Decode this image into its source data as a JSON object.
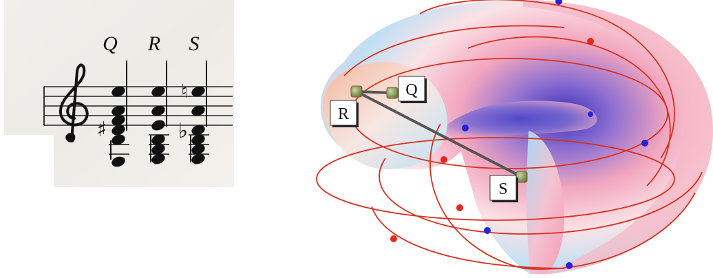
{
  "score": {
    "chord_labels": [
      "Q",
      "R",
      "S"
    ],
    "clef": "treble-clef-icon",
    "accidentals": [
      {
        "chord": "Q",
        "symbol": "♯",
        "name": "sharp-icon"
      },
      {
        "chord": "S",
        "symbol": "♮",
        "name": "natural-icon"
      },
      {
        "chord": "S",
        "symbol": "♭",
        "name": "flat-icon"
      }
    ]
  },
  "torus": {
    "points": [
      {
        "label": "Q"
      },
      {
        "label": "R"
      },
      {
        "label": "S"
      }
    ],
    "colors": {
      "curve": "#d7301f",
      "red_dot": "#e8281a",
      "blue_dot": "#2424d8",
      "segment": "#555555",
      "torus_pink": "#f4a0b4",
      "torus_blue": "#8fc6ee"
    }
  }
}
